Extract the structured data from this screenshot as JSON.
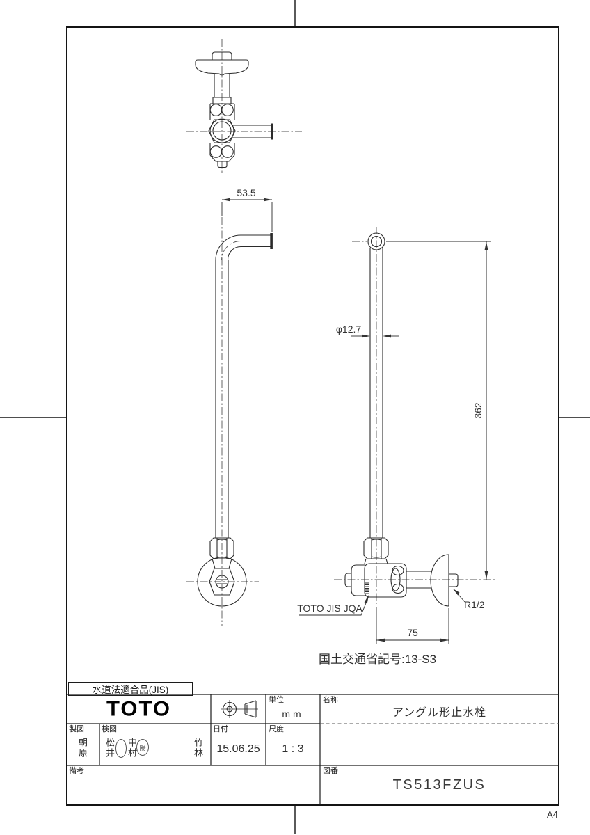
{
  "sheet": {
    "size_label": "A4"
  },
  "title_block": {
    "compliance_label": "水道法適合品(JIS)",
    "logo_text": "TOTO",
    "unit": {
      "label": "単位",
      "value": "mm"
    },
    "name": {
      "label": "名称",
      "value": "アングル形止水栓"
    },
    "drafter": {
      "label": "製図",
      "value": "朝原"
    },
    "checker": {
      "label": "検図",
      "name1": "松井",
      "name2": "中村",
      "stamp": "陽",
      "name3": "竹林"
    },
    "date": {
      "label": "日付",
      "value": "15.06.25"
    },
    "scale": {
      "label": "尺度",
      "value": "1 : 3"
    },
    "remarks": {
      "label": "備考",
      "value": ""
    },
    "drawing_no": {
      "label": "図番",
      "value": "TS513FZUS"
    }
  },
  "drawing": {
    "dim_width": "53.5",
    "dim_diameter": "φ12.7",
    "dim_height": "362",
    "dim_depth": "75",
    "thread_label": "R1/2",
    "cert_label": "TOTO JIS JQA",
    "ministry_note": "国土交通省記号:13-S3"
  }
}
